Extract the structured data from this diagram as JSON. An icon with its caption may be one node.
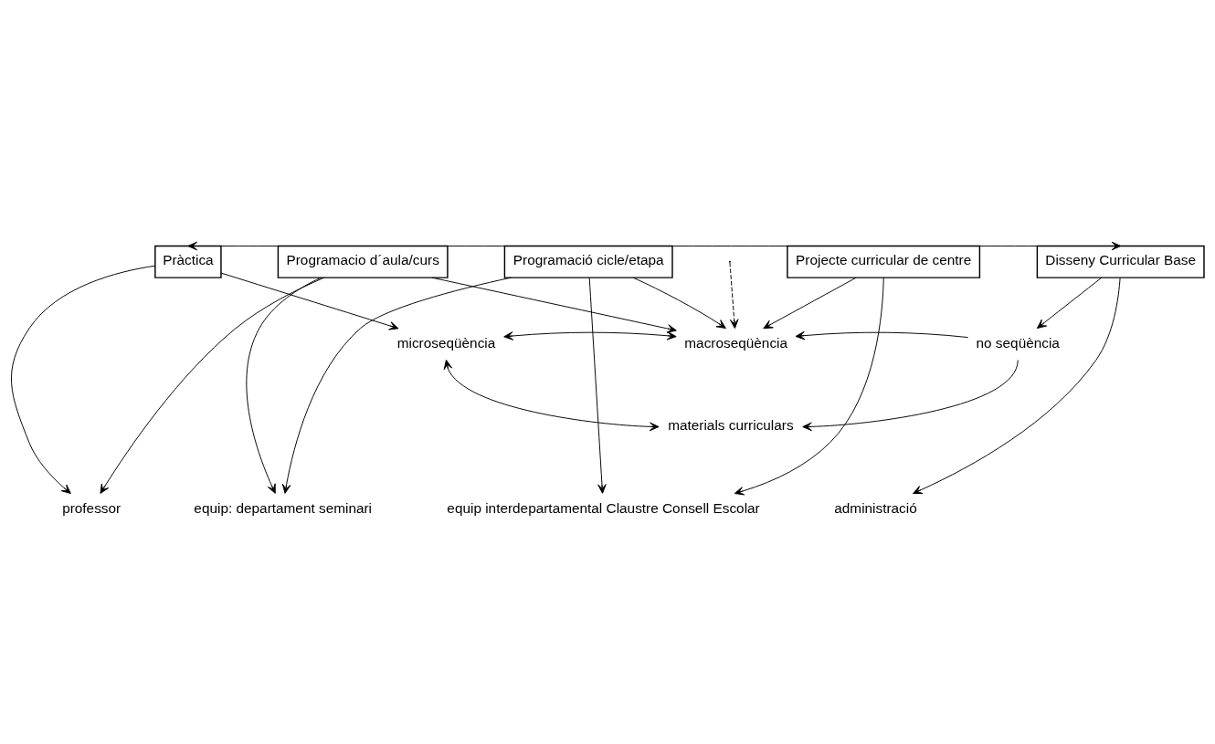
{
  "diagram": {
    "nodes": [
      {
        "text": [
          "Pràctica"
        ]
      },
      {
        "text": [
          "Programacio d´aula/curs"
        ]
      },
      {
        "text": [
          "Programació cicle/etapa"
        ]
      },
      {
        "text": [
          "Projecte curricular de centre"
        ]
      },
      {
        "text": [
          "Disseny Curricular Base"
        ]
      },
      {
        "text": [
          "microseqüència"
        ]
      },
      {
        "text": [
          "macroseqüència"
        ]
      },
      {
        "text": [
          "no seqüència"
        ]
      },
      {
        "text": [
          "materials curriculars"
        ]
      },
      {
        "text": [
          "professor"
        ]
      },
      {
        "text": [
          "equip: departament seminari"
        ]
      },
      {
        "text": [
          "equip interdepartamental Claustre Consell Escolar"
        ]
      },
      {
        "text": [
          "administració"
        ]
      }
    ],
    "edges": [
      {
        "from": 0,
        "to": 4,
        "arrow": "both"
      },
      {
        "from": 0,
        "to": 5,
        "arrow": "to"
      },
      {
        "from": 1,
        "to": 6,
        "arrow": "to"
      },
      {
        "from": 2,
        "to": 6,
        "arrow": "to"
      },
      {
        "from": 3,
        "to": 6,
        "arrow": "to"
      },
      {
        "from": 4,
        "to": 7,
        "arrow": "to"
      },
      {
        "from": 5,
        "to": 6,
        "arrow": "both"
      },
      {
        "from": 7,
        "to": 6,
        "arrow": "to"
      },
      {
        "from": 5,
        "to": 8,
        "arrow": "both"
      },
      {
        "from": null,
        "to": 6,
        "arrow": "to",
        "style": "dashed"
      },
      {
        "from": 7,
        "to": 8,
        "arrow": "to"
      },
      {
        "from": 0,
        "to": 9,
        "arrow": "to"
      },
      {
        "from": 1,
        "to": 9,
        "arrow": "to"
      },
      {
        "from": 1,
        "to": 10,
        "arrow": "to"
      },
      {
        "from": 2,
        "to": 10,
        "arrow": "to"
      },
      {
        "from": 2,
        "to": 11,
        "arrow": "to"
      },
      {
        "from": 3,
        "to": 11,
        "arrow": "to"
      },
      {
        "from": 4,
        "to": 12,
        "arrow": "to"
      }
    ]
  }
}
